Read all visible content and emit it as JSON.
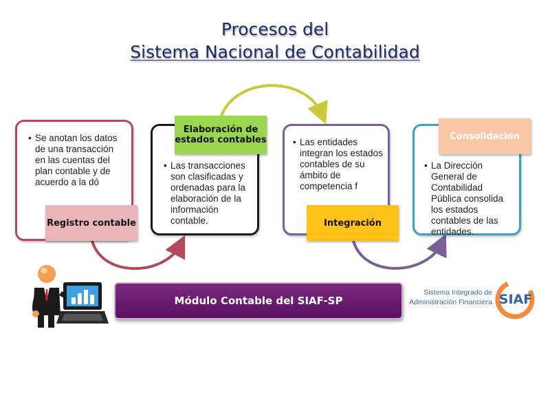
{
  "title": {
    "line1": "Procesos del",
    "line2": "Sistema Nacional de Contabilidad"
  },
  "steps": [
    {
      "label": "Registro contable",
      "text": "Se anotan los datos de una transacción en las cuentas del plan contable y de acuerdo a la dó",
      "color": "#b24a5a"
    },
    {
      "label": "Elaboración de estados contables",
      "text": "Las transacciones son clasificadas y ordenadas para la elaboración de la información contable.",
      "color": "#9bd44f"
    },
    {
      "label": "Integración",
      "text": "Las entidades integran los estados contables de su ámbito de competencia f",
      "color": "#ffc21a"
    },
    {
      "label": "Consolidación",
      "text": "La Dirección General de Contabilidad Pública consolida los estados contables de las entidades.",
      "color": "#3aa3c4"
    }
  ],
  "module_label": "Módulo Contable del SIAF-SP",
  "logo": {
    "line1": "Sistema Integrado de",
    "line2": "Administración Financiera",
    "wordmark": "SIAF"
  },
  "icons": {
    "figure": "person-laptop-icon",
    "logo": "siaf-logo-icon"
  },
  "colors": {
    "title": "#1f2a6b",
    "module_bg": "#6a1a6e",
    "arc_1": "#b24a5a",
    "arc_2": "#c9c93a",
    "arc_3": "#7a5f96"
  }
}
